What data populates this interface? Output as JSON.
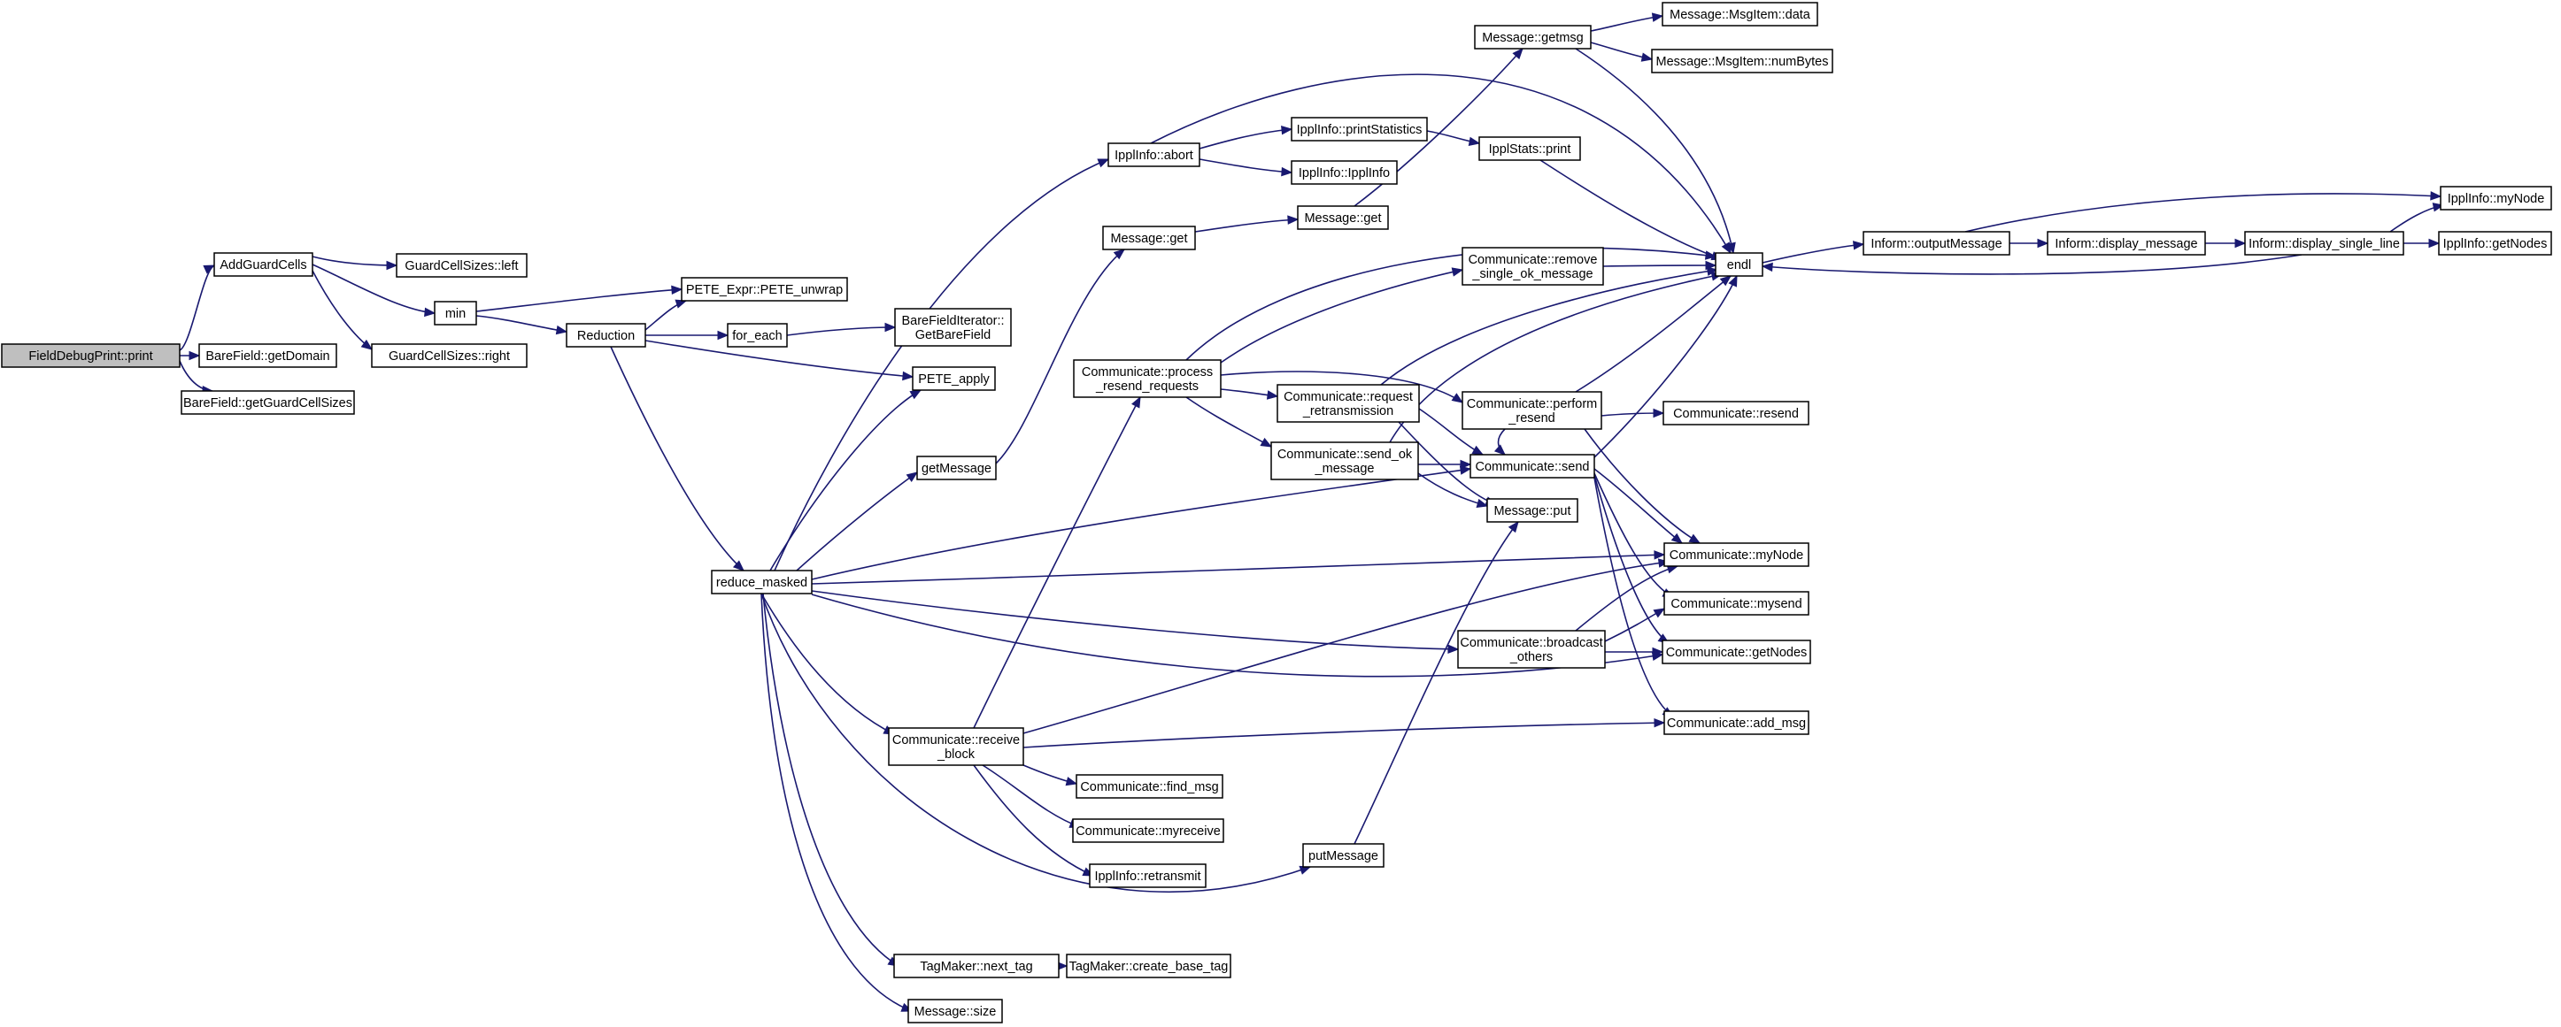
{
  "diagram": {
    "nodes": [
      {
        "id": "n0",
        "lines": [
          "FieldDebugPrint::print"
        ],
        "root": true
      },
      {
        "id": "n1",
        "lines": [
          "AddGuardCells"
        ]
      },
      {
        "id": "n2",
        "lines": [
          "BareField::getDomain"
        ]
      },
      {
        "id": "n3",
        "lines": [
          "BareField::getGuardCellSizes"
        ]
      },
      {
        "id": "n4",
        "lines": [
          "GuardCellSizes::left"
        ]
      },
      {
        "id": "n5",
        "lines": [
          "min"
        ]
      },
      {
        "id": "n6",
        "lines": [
          "GuardCellSizes::right"
        ]
      },
      {
        "id": "n7",
        "lines": [
          "PETE_Expr::PETE_unwrap"
        ]
      },
      {
        "id": "n8",
        "lines": [
          "Reduction"
        ]
      },
      {
        "id": "n9",
        "lines": [
          "for_each"
        ]
      },
      {
        "id": "n10",
        "lines": [
          "PETE_apply"
        ]
      },
      {
        "id": "n11",
        "lines": [
          "reduce_masked"
        ]
      },
      {
        "id": "n12",
        "lines": [
          "BareFieldIterator::",
          "GetBareField"
        ]
      },
      {
        "id": "n13",
        "lines": [
          "IpplInfo::abort"
        ]
      },
      {
        "id": "n14",
        "lines": [
          "Message::get"
        ]
      },
      {
        "id": "n15",
        "lines": [
          "getMessage"
        ]
      },
      {
        "id": "n16",
        "lines": [
          "Communicate::process",
          "_resend_requests"
        ]
      },
      {
        "id": "n17",
        "lines": [
          "Communicate::receive",
          "_block"
        ]
      },
      {
        "id": "n18",
        "lines": [
          "putMessage"
        ]
      },
      {
        "id": "n19",
        "lines": [
          "TagMaker::next_tag"
        ]
      },
      {
        "id": "n20",
        "lines": [
          "Message::size"
        ]
      },
      {
        "id": "n21",
        "lines": [
          "Communicate::find_msg"
        ]
      },
      {
        "id": "n22",
        "lines": [
          "Communicate::myreceive"
        ]
      },
      {
        "id": "n23",
        "lines": [
          "IpplInfo::retransmit"
        ]
      },
      {
        "id": "n24",
        "lines": [
          "TagMaker::create_base_tag"
        ]
      },
      {
        "id": "n25",
        "lines": [
          "IpplInfo::printStatistics"
        ]
      },
      {
        "id": "n26",
        "lines": [
          "IpplInfo::IpplInfo"
        ]
      },
      {
        "id": "n27",
        "lines": [
          "Message::get"
        ]
      },
      {
        "id": "n28",
        "lines": [
          "Message::getmsg"
        ]
      },
      {
        "id": "n29",
        "lines": [
          "IpplStats::print"
        ]
      },
      {
        "id": "n30",
        "lines": [
          "Communicate::remove",
          "_single_ok_message"
        ]
      },
      {
        "id": "n31",
        "lines": [
          "Communicate::request",
          "_retransmission"
        ]
      },
      {
        "id": "n32",
        "lines": [
          "Communicate::send_ok",
          "_message"
        ]
      },
      {
        "id": "n33",
        "lines": [
          "Communicate::perform",
          "_resend"
        ]
      },
      {
        "id": "n34",
        "lines": [
          "Communicate::send"
        ]
      },
      {
        "id": "n35",
        "lines": [
          "Message::put"
        ]
      },
      {
        "id": "n36",
        "lines": [
          "Communicate::broadcast",
          "_others"
        ]
      },
      {
        "id": "n37",
        "lines": [
          "Message::MsgItem::data"
        ]
      },
      {
        "id": "n38",
        "lines": [
          "Message::MsgItem::numBytes"
        ]
      },
      {
        "id": "n39",
        "lines": [
          "endl"
        ]
      },
      {
        "id": "n40",
        "lines": [
          "Communicate::resend"
        ]
      },
      {
        "id": "n41",
        "lines": [
          "Communicate::myNode"
        ]
      },
      {
        "id": "n42",
        "lines": [
          "Communicate::mysend"
        ]
      },
      {
        "id": "n43",
        "lines": [
          "Communicate::getNodes"
        ]
      },
      {
        "id": "n44",
        "lines": [
          "Communicate::add_msg"
        ]
      },
      {
        "id": "n45",
        "lines": [
          "Inform::outputMessage"
        ]
      },
      {
        "id": "n46",
        "lines": [
          "Inform::display_message"
        ]
      },
      {
        "id": "n47",
        "lines": [
          "Inform::display_single_line"
        ]
      },
      {
        "id": "n48",
        "lines": [
          "IpplInfo::myNode"
        ]
      },
      {
        "id": "n49",
        "lines": [
          "IpplInfo::getNodes"
        ]
      }
    ],
    "edges": [
      [
        "n0",
        "n1"
      ],
      [
        "n0",
        "n2"
      ],
      [
        "n0",
        "n3"
      ],
      [
        "n1",
        "n4"
      ],
      [
        "n1",
        "n5"
      ],
      [
        "n1",
        "n6"
      ],
      [
        "n5",
        "n7"
      ],
      [
        "n5",
        "n8"
      ],
      [
        "n8",
        "n7"
      ],
      [
        "n8",
        "n9"
      ],
      [
        "n8",
        "n10"
      ],
      [
        "n8",
        "n11"
      ],
      [
        "n9",
        "n12"
      ],
      [
        "n11",
        "n10"
      ],
      [
        "n11",
        "n13"
      ],
      [
        "n11",
        "n15"
      ],
      [
        "n11",
        "n17"
      ],
      [
        "n11",
        "n18"
      ],
      [
        "n11",
        "n19"
      ],
      [
        "n11",
        "n20"
      ],
      [
        "n11",
        "n34"
      ],
      [
        "n11",
        "n41"
      ],
      [
        "n11",
        "n36"
      ],
      [
        "n11",
        "n43"
      ],
      [
        "n13",
        "n25"
      ],
      [
        "n13",
        "n26"
      ],
      [
        "n13",
        "n39"
      ],
      [
        "n15",
        "n14"
      ],
      [
        "n14",
        "n27"
      ],
      [
        "n27",
        "n28"
      ],
      [
        "n28",
        "n37"
      ],
      [
        "n28",
        "n38"
      ],
      [
        "n28",
        "n39"
      ],
      [
        "n25",
        "n29"
      ],
      [
        "n29",
        "n39"
      ],
      [
        "n16",
        "n30"
      ],
      [
        "n16",
        "n31"
      ],
      [
        "n16",
        "n32"
      ],
      [
        "n16",
        "n33"
      ],
      [
        "n16",
        "n39"
      ],
      [
        "n17",
        "n16"
      ],
      [
        "n17",
        "n21"
      ],
      [
        "n17",
        "n22"
      ],
      [
        "n17",
        "n23"
      ],
      [
        "n17",
        "n44"
      ],
      [
        "n17",
        "n41"
      ],
      [
        "n18",
        "n35"
      ],
      [
        "n19",
        "n24"
      ],
      [
        "n30",
        "n39"
      ],
      [
        "n31",
        "n34"
      ],
      [
        "n31",
        "n35"
      ],
      [
        "n31",
        "n39"
      ],
      [
        "n32",
        "n34"
      ],
      [
        "n32",
        "n35"
      ],
      [
        "n32",
        "n39"
      ],
      [
        "n33",
        "n40"
      ],
      [
        "n33",
        "n34"
      ],
      [
        "n33",
        "n41"
      ],
      [
        "n33",
        "n39"
      ],
      [
        "n34",
        "n41"
      ],
      [
        "n34",
        "n42"
      ],
      [
        "n34",
        "n43"
      ],
      [
        "n34",
        "n44"
      ],
      [
        "n34",
        "n39"
      ],
      [
        "n36",
        "n41"
      ],
      [
        "n36",
        "n42"
      ],
      [
        "n36",
        "n43"
      ],
      [
        "n39",
        "n45"
      ],
      [
        "n45",
        "n46"
      ],
      [
        "n45",
        "n48"
      ],
      [
        "n46",
        "n47"
      ],
      [
        "n47",
        "n48"
      ],
      [
        "n47",
        "n49"
      ],
      [
        "n47",
        "n39"
      ]
    ]
  }
}
